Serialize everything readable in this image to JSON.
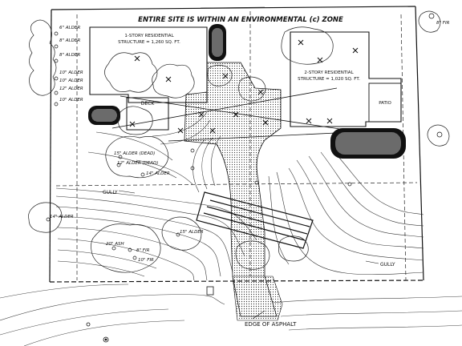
{
  "banner": "ENTIRE SITE IS WITHIN AN ENVIRONMENTAL (c) ZONE",
  "structures": {
    "one_story": {
      "line1": "1-STORY RESIDENTIAL",
      "line2": "STRUCTURE = 1,260 SQ. FT."
    },
    "two_story": {
      "line1": "2-STORY RESIDENTIAL",
      "line2": "STRUCTURE = 1,020 SQ. FT."
    },
    "deck": "DECK",
    "patio": "PATIO"
  },
  "labels": {
    "gully_left": "GULLY",
    "gully_right": "GULLY",
    "edge_of_asphalt": "EDGE OF ASPHALT",
    "fir_corner": "8\" FIR"
  },
  "trees": [
    {
      "name": "alder-1",
      "text": "6\" ALDER"
    },
    {
      "name": "alder-2",
      "text": "8\" ALDER"
    },
    {
      "name": "alder-3",
      "text": "8\" ALDER"
    },
    {
      "name": "alder-4",
      "text": "10\" ALDER"
    },
    {
      "name": "alder-5",
      "text": "10\" ALDER"
    },
    {
      "name": "alder-6",
      "text": "12\" ALDER"
    },
    {
      "name": "alder-7",
      "text": "10\" ALDER"
    },
    {
      "name": "alder-dead-1",
      "text": "15\" ALDER (DEAD)"
    },
    {
      "name": "alder-dead-2",
      "text": "12\" ALDER (DEAD)"
    },
    {
      "name": "alder-14",
      "text": "14\" ALDER"
    },
    {
      "name": "alder-left",
      "text": "14\" ALDER"
    },
    {
      "name": "alder-15",
      "text": "15\" ALDER"
    },
    {
      "name": "ash-20",
      "text": "20\" ASH"
    },
    {
      "name": "fir-8",
      "text": "8\" FIR"
    },
    {
      "name": "fir-10",
      "text": "10\" FIR"
    }
  ],
  "colors": {
    "ink": "#111111",
    "hatch": "#555555"
  }
}
